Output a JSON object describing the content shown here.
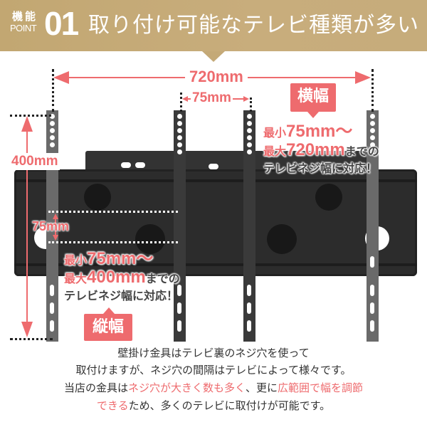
{
  "header": {
    "label_top": "機能",
    "label_point": "POINT",
    "number": "01",
    "title": "取り付け可能なテレビ種類が多い",
    "bg_color": "#c4a977"
  },
  "diagram": {
    "width_total": "720mm",
    "width_min": "75mm",
    "height_total": "400mm",
    "height_min": "75mm",
    "horizontal_badge": "横幅",
    "vertical_badge": "縦幅",
    "horizontal_note": {
      "l1_prefix": "最小",
      "l1_value": "75mm～",
      "l2_prefix": "最大",
      "l2_value": "720mm",
      "l2_suffix": "までの",
      "l3": "テレビネジ幅に対応！"
    },
    "vertical_note": {
      "l1_prefix": "最小",
      "l1_value": "75mm～",
      "l2_prefix": "最大",
      "l2_value": "400mm",
      "l2_suffix": "までの",
      "l3": "テレビネジ幅に対応！"
    },
    "accent_color": "#ee6b6e"
  },
  "description": {
    "line1": "壁掛け金具はテレビ裏のネジ穴を使って",
    "line2": "取付けますが、ネジ穴の間隔はテレビによって様々です。",
    "line3_a": "当店の金具は",
    "line3_b": "ネジ穴が大きく数も多く",
    "line3_c": "、更に",
    "line3_d": "広範囲で幅を調節",
    "line4_a": "できる",
    "line4_b": "ため、多くのテレビに取付けが可能です。"
  }
}
